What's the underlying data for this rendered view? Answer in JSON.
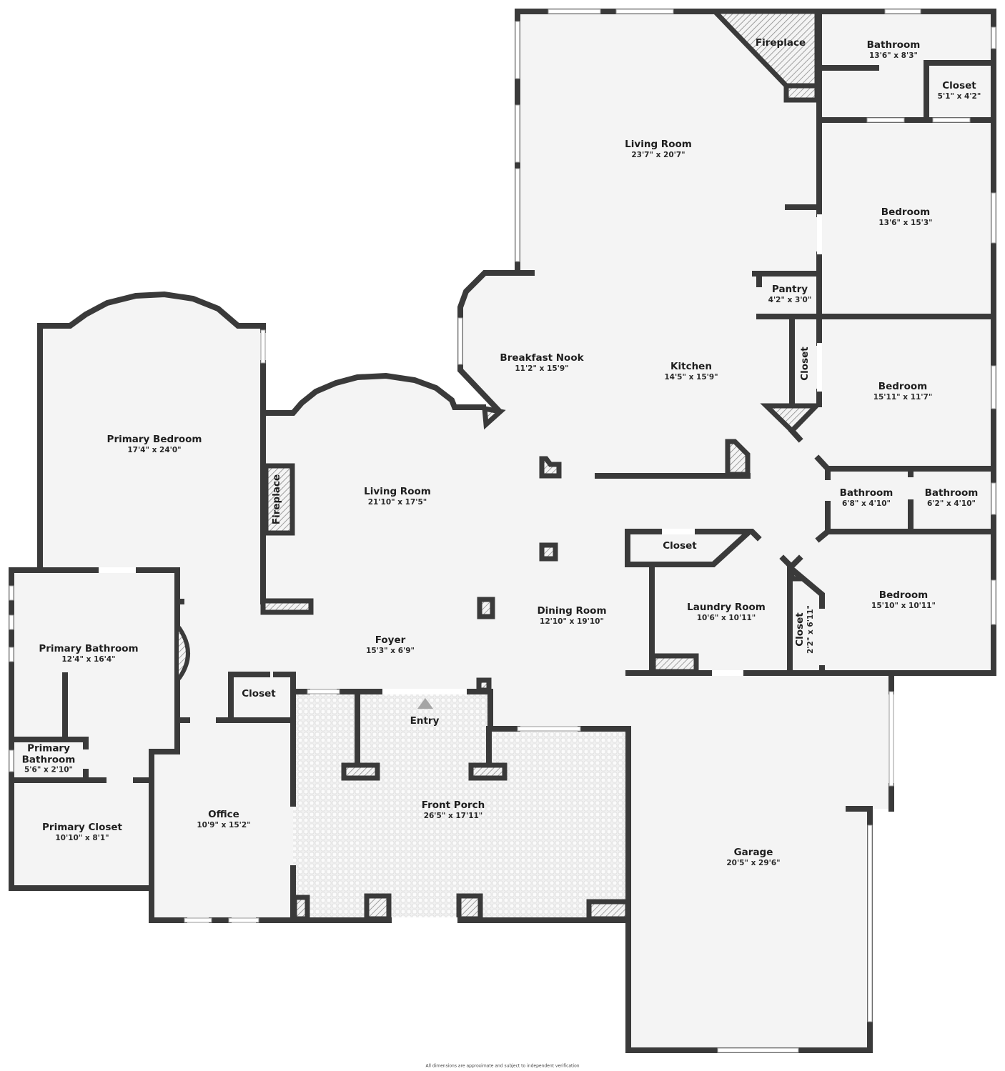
{
  "plan": {
    "wall_color": "#3a3a3a",
    "floor_color": "#f4f4f4",
    "background_color": "#ffffff",
    "footer_note": "All dimensions are approximate and subject to independent verification"
  },
  "rooms": [
    {
      "id": "living-room-north",
      "name": "Living Room",
      "dims": "23'7\" x 20'7\""
    },
    {
      "id": "fireplace-north",
      "name": "Fireplace",
      "dims": ""
    },
    {
      "id": "bathroom-ne",
      "name": "Bathroom",
      "dims": "13'6\" x 8'3\""
    },
    {
      "id": "closet-ne",
      "name": "Closet",
      "dims": "5'1\" x 4'2\""
    },
    {
      "id": "bedroom-1",
      "name": "Bedroom",
      "dims": "13'6\" x 15'3\""
    },
    {
      "id": "pantry",
      "name": "Pantry",
      "dims": "4'2\" x 3'0\""
    },
    {
      "id": "breakfast-nook",
      "name": "Breakfast Nook",
      "dims": "11'2\" x 15'9\""
    },
    {
      "id": "kitchen",
      "name": "Kitchen",
      "dims": "14'5\" x 15'9\""
    },
    {
      "id": "closet-kitchen",
      "name": "Closet",
      "dims": ""
    },
    {
      "id": "bedroom-2",
      "name": "Bedroom",
      "dims": "15'11\" x 11'7\""
    },
    {
      "id": "primary-bedroom",
      "name": "Primary Bedroom",
      "dims": "17'4\" x 24'0\""
    },
    {
      "id": "fireplace-west",
      "name": "Fireplace",
      "dims": ""
    },
    {
      "id": "living-room-main",
      "name": "Living Room",
      "dims": "21'10\" x 17'5\""
    },
    {
      "id": "bathroom-e1",
      "name": "Bathroom",
      "dims": "6'8\" x 4'10\""
    },
    {
      "id": "bathroom-e2",
      "name": "Bathroom",
      "dims": "6'2\" x 4'10\""
    },
    {
      "id": "closet-laundry",
      "name": "Closet",
      "dims": ""
    },
    {
      "id": "laundry-room",
      "name": "Laundry Room",
      "dims": "10'6\" x 10'11\""
    },
    {
      "id": "bedroom-3",
      "name": "Bedroom",
      "dims": "15'10\" x 10'11\""
    },
    {
      "id": "closet-bedroom3",
      "name": "Closet",
      "dims": "2'2\" x 6'11\""
    },
    {
      "id": "dining-room",
      "name": "Dining Room",
      "dims": "12'10\" x 19'10\""
    },
    {
      "id": "primary-bathroom",
      "name": "Primary Bathroom",
      "dims": "12'4\" x 16'4\""
    },
    {
      "id": "foyer",
      "name": "Foyer",
      "dims": "15'3\" x 6'9\""
    },
    {
      "id": "closet-foyer",
      "name": "Closet",
      "dims": ""
    },
    {
      "id": "entry",
      "name": "Entry",
      "dims": ""
    },
    {
      "id": "primary-bathroom-small",
      "name": "Primary Bathroom",
      "dims": "5'6\" x 2'10\""
    },
    {
      "id": "primary-closet",
      "name": "Primary Closet",
      "dims": "10'10\" x 8'1\""
    },
    {
      "id": "office",
      "name": "Office",
      "dims": "10'9\" x 15'2\""
    },
    {
      "id": "front-porch",
      "name": "Front Porch",
      "dims": "26'5\" x 17'11\""
    },
    {
      "id": "garage",
      "name": "Garage",
      "dims": "20'5\" x 29'6\""
    }
  ]
}
